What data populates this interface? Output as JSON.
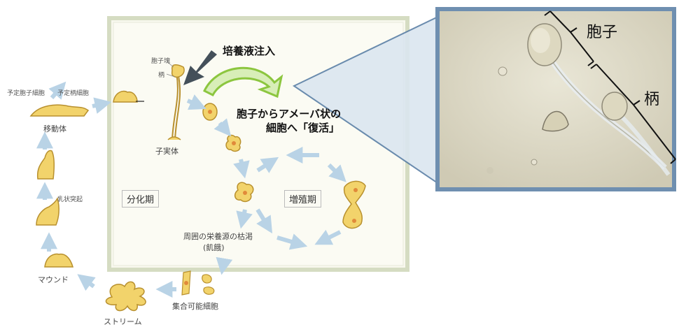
{
  "labels": {
    "spore_mass": "胞子塊",
    "stalk_small": "柄",
    "fruiting_body": "子実体",
    "inject": "培養液注入",
    "revive_line1": "胞子からアメーバ状の",
    "revive_line2": "細胞へ「復活」",
    "phase_diff": "分化期",
    "phase_growth": "増殖期",
    "depletion_line1": "周囲の栄養源の枯渇",
    "depletion_line2": "(飢餓)",
    "aggregation": "集合可能細胞",
    "stream": "ストリーム",
    "mound": "マウンド",
    "papilla": "乳状突起",
    "slug": "移動体",
    "prespore": "予定胞子細胞",
    "prestalk": "予定柄細胞",
    "photo_spore": "胞子",
    "photo_stalk": "柄"
  },
  "colors": {
    "cell_fill": "#f2d36b",
    "cell_stroke": "#b8902e",
    "nucleus": "#e08a3a",
    "arrow": "#b9d3e6",
    "green_arrow": "#8cc63f",
    "dark_arrow": "#44505a",
    "panel_border": "#d5dcc2",
    "photo_frame": "#5a7fa6"
  }
}
